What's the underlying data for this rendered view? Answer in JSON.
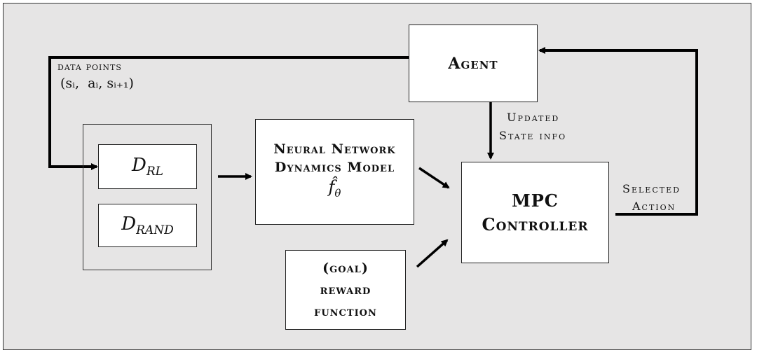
{
  "agent": {
    "label": "Agent"
  },
  "data_points": {
    "label": "data points",
    "tuple": "(sᵢ,  aᵢ, sᵢ₊₁)"
  },
  "datasets": {
    "rl": {
      "base": "D",
      "sub": "RL"
    },
    "rand": {
      "base": "D",
      "sub": "RAND"
    }
  },
  "nn_model": {
    "line1": "Neural Network",
    "line2": "Dynamics Model",
    "symbol": "f̂",
    "symbol_sub": "θ"
  },
  "reward": {
    "line1": "(goal)",
    "line2": "reward",
    "line3": "function"
  },
  "mpc": {
    "line1": "MPC",
    "line2": "Controller"
  },
  "updated_state": {
    "line1": "Updated",
    "line2": "State info"
  },
  "selected_action": {
    "line1": "Selected",
    "line2": "Action"
  }
}
